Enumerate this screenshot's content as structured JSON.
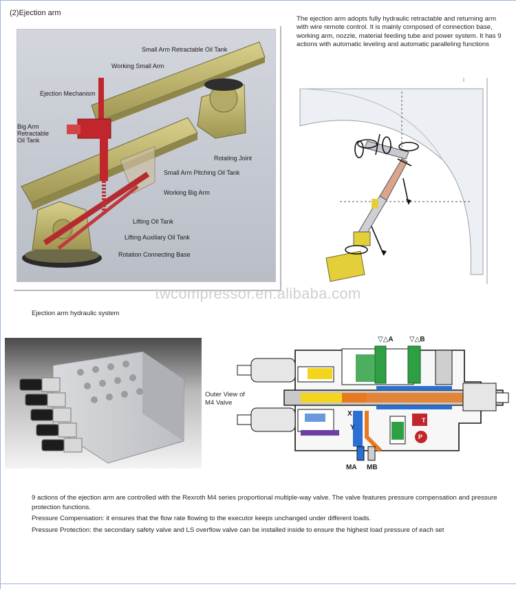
{
  "section_title": "(2)Ejection arm",
  "intro_text": "The ejection arm adopts fully hydraulic retractable and returning arm with wire remote control. It is mainly composed of connection base, working arm, nozzle, material feeding tube and power system. It has 9 actions with automatic leveling and automatic paralleling functions",
  "figure1_labels": {
    "small_arm_retractable_oil_tank": "Small Arm Retractable Oil Tank",
    "working_small_arm": "Working Small Arm",
    "ejection_mechanism": "Ejection Mechanism",
    "big_arm_retractable_oil_tank": "Big Arm Retractable Oil Tank",
    "rotating_joint": "Rotating Joint",
    "small_arm_pitching_oil_tank": "Small Arm Pitching Oil Tank",
    "working_big_arm": "Working Big Arm",
    "lifting_oil_tank": "Lifting Oil Tank",
    "lifting_auxiliary_oil_tank": "Lifting Auxiliary Oil Tank",
    "rotation_connecting_base": "Rotation Connecting Base"
  },
  "watermark": "twcompressor.en.alibaba.com",
  "hydraulic_title": "Ejection arm hydraulic system",
  "valve_caption": "Outer View of M4 Valve",
  "schematic_labels": {
    "a": "▽△A",
    "b": "▽△B",
    "x": "X",
    "y": "Y",
    "t": "T",
    "p": "P",
    "ma": "MA",
    "mb": "MB"
  },
  "paragraphs": [
    "9 actions of the ejection arm are controlled with the Rexroth M4 series proportional multiple-way valve. The valve features pressure compensation and pressure protection functions.",
    "Pressure Compensation: it ensures that the flow rate flowing to the executor keeps unchanged under different loads.",
    "Pressure Protection: the secondary safety valve and LS overflow valve can be installed inside to ensure the highest load pressure of each set"
  ],
  "colors": {
    "frame_line": "#9bb4d6",
    "arm_yellow": "#bdb46a",
    "ejection_red": "#c0262c",
    "valve_green": "#2ea043",
    "valve_yellow": "#f2d51c",
    "valve_orange": "#e8791f",
    "valve_blue": "#2a6fd1",
    "valve_purple": "#6c3fa0"
  }
}
